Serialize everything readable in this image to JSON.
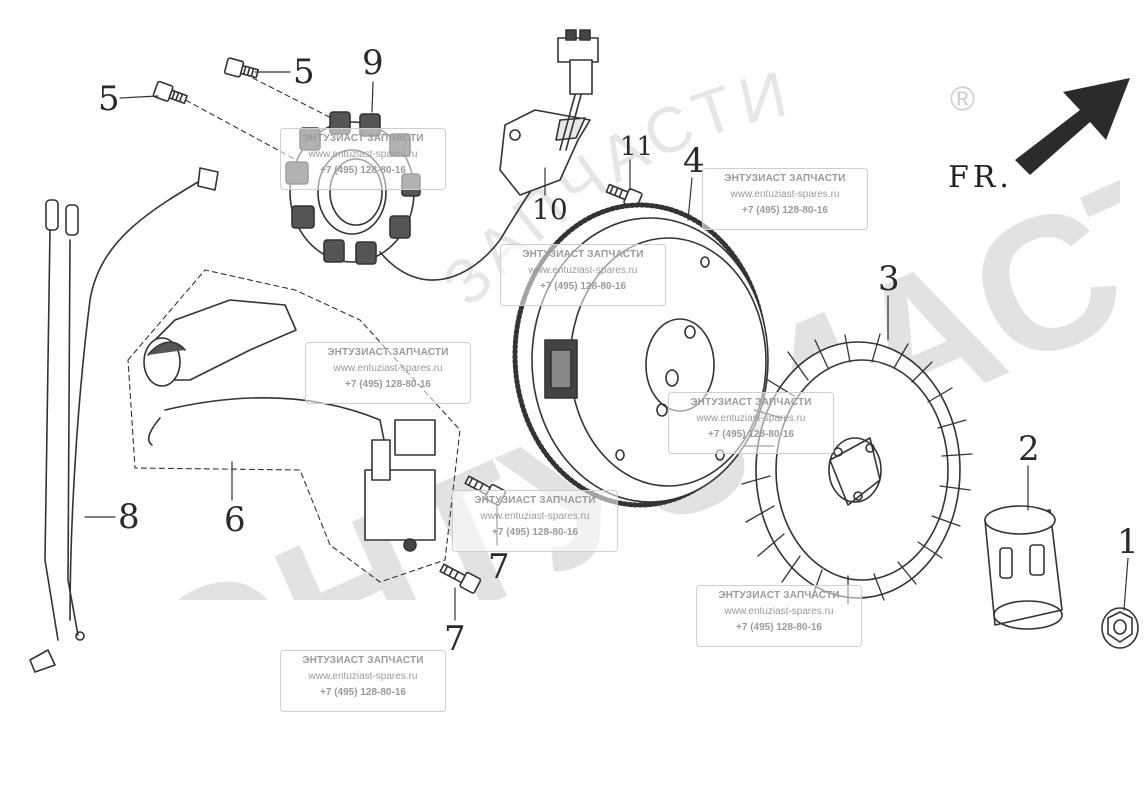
{
  "watermark": {
    "big_text": "ЭНТУЗИАСТ",
    "arc_text": "ЗАПЧАСТИ",
    "registered_mark": "®"
  },
  "stamp": {
    "line1": "ЭНТУЗИАСТ ЗАПЧАСТИ",
    "line2": "www.entuziast-spares.ru",
    "line3": "+7 (495) 128-80-16"
  },
  "direction_label": "FR.",
  "callouts": {
    "n1": "1",
    "n2": "2",
    "n3": "3",
    "n4": "4",
    "n5a": "5",
    "n5b": "5",
    "n6": "6",
    "n7a": "7",
    "n7b": "7",
    "n8": "8",
    "n9": "9",
    "n10": "10",
    "n11": "11"
  },
  "parts": [
    {
      "id": "1",
      "name": "flange-nut"
    },
    {
      "id": "2",
      "name": "starter-cup"
    },
    {
      "id": "3",
      "name": "cooling-fan"
    },
    {
      "id": "4",
      "name": "flywheel"
    },
    {
      "id": "5",
      "name": "bolt"
    },
    {
      "id": "6",
      "name": "ignition-coil"
    },
    {
      "id": "7",
      "name": "bolt"
    },
    {
      "id": "8",
      "name": "wire-harness"
    },
    {
      "id": "9",
      "name": "stator-coil"
    },
    {
      "id": "10",
      "name": "wire-bracket"
    },
    {
      "id": "11",
      "name": "bolt"
    }
  ],
  "colors": {
    "line": "#333333",
    "watermark": "#dddddd",
    "stamp_text": "#9a9a9a",
    "arrow": "#2b2b2b"
  }
}
